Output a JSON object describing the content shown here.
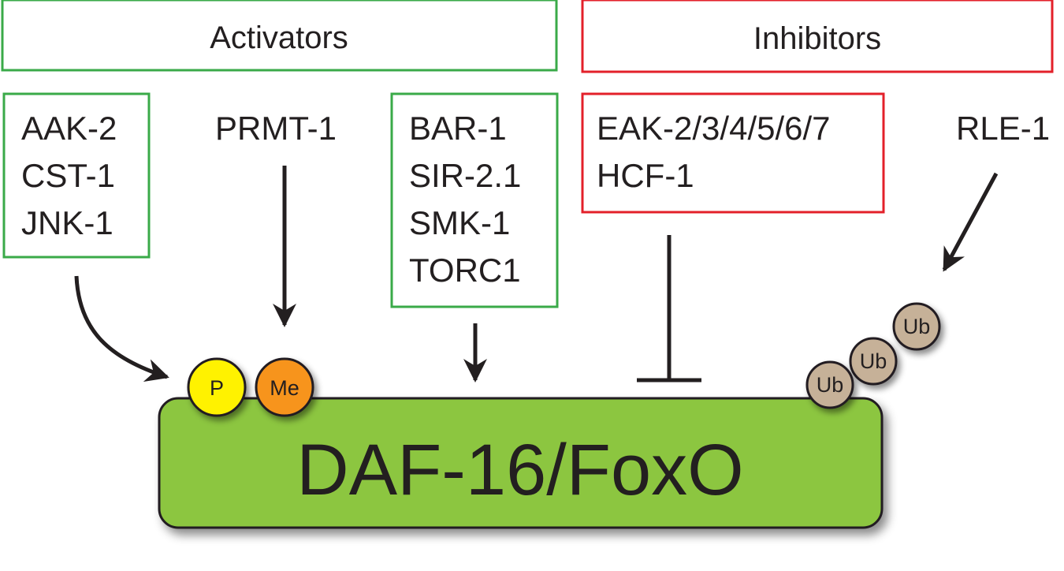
{
  "headers": {
    "activators": "Activators",
    "inhibitors": "Inhibitors"
  },
  "activator_groups": {
    "kinases": [
      "AAK-2",
      "CST-1",
      "JNK-1"
    ],
    "methyltransferase": "PRMT-1",
    "cofactors": [
      "BAR-1",
      "SIR-2.1",
      "SMK-1",
      "TORC1"
    ]
  },
  "inhibitor_groups": {
    "kinases": [
      "EAK-2/3/4/5/6/7",
      "HCF-1"
    ],
    "ubiquitin_ligase": "RLE-1"
  },
  "target": "DAF-16/FoxO",
  "modifications": {
    "phospho": "P",
    "methyl": "Me",
    "ubiquitin": [
      "Ub",
      "Ub",
      "Ub"
    ]
  },
  "colors": {
    "activator_border": "#3aaa48",
    "inhibitor_border": "#e3202a",
    "target_fill": "#8cc63f",
    "phospho_fill": "#fff200",
    "methyl_fill": "#f7941d",
    "ubiquitin_fill": "#c6b198",
    "line": "#231f20"
  }
}
